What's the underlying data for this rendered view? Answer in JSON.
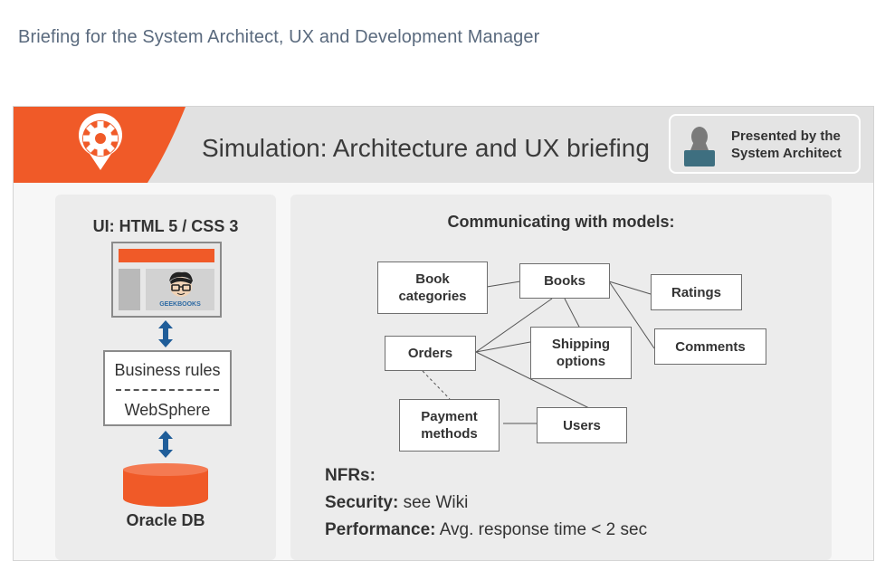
{
  "page_title": "Briefing for the System Architect, UX and Development Manager",
  "slide": {
    "title": "Simulation: Architecture and UX briefing",
    "presenter": {
      "line1": "Presented by the",
      "line2": "System Architect"
    },
    "colors": {
      "accent": "#f05a28",
      "header": "#e1e1e1",
      "arrow": "#1f5d99"
    },
    "left_panel": {
      "ui_label": "UI: HTML 5 / CSS 3",
      "logo_text": "GEEKBOOKS",
      "business_rules": "Business rules",
      "websphere": "WebSphere",
      "db_label": "Oracle DB"
    },
    "right_panel": {
      "title": "Communicating with models:",
      "nodes": {
        "book_categories": {
          "l1": "Book",
          "l2": "categories"
        },
        "books": "Books",
        "ratings": "Ratings",
        "orders": "Orders",
        "shipping": {
          "l1": "Shipping",
          "l2": "options"
        },
        "comments": "Comments",
        "payment": {
          "l1": "Payment",
          "l2": "methods"
        },
        "users": "Users"
      },
      "nfrs": {
        "heading": "NFRs:",
        "security_label": "Security:",
        "security_value": " see Wiki",
        "performance_label": "Performance:",
        "performance_value": " Avg. response time < 2 sec"
      }
    }
  }
}
